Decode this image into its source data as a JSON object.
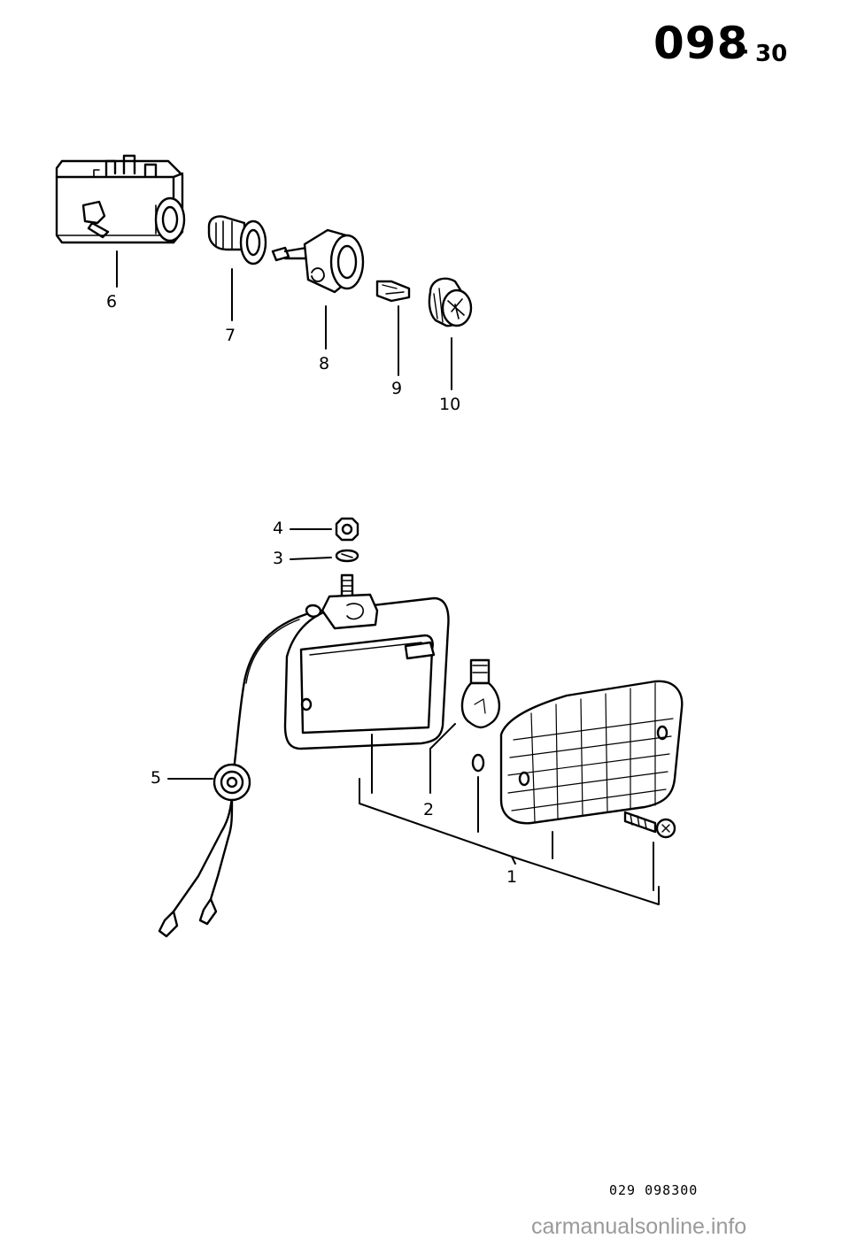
{
  "page": {
    "number_main": "098",
    "number_separator": "-",
    "number_sub": "30"
  },
  "callouts": {
    "c1": "1",
    "c2": "2",
    "c3": "3",
    "c4": "4",
    "c5": "5",
    "c6": "6",
    "c7": "7",
    "c8": "8",
    "c9": "9",
    "c10": "10"
  },
  "reference_code": "029 098300",
  "watermark": "carmanualsonline.info",
  "colors": {
    "ink": "#000000",
    "paper": "#ffffff",
    "watermark": "#9a9a9a"
  }
}
